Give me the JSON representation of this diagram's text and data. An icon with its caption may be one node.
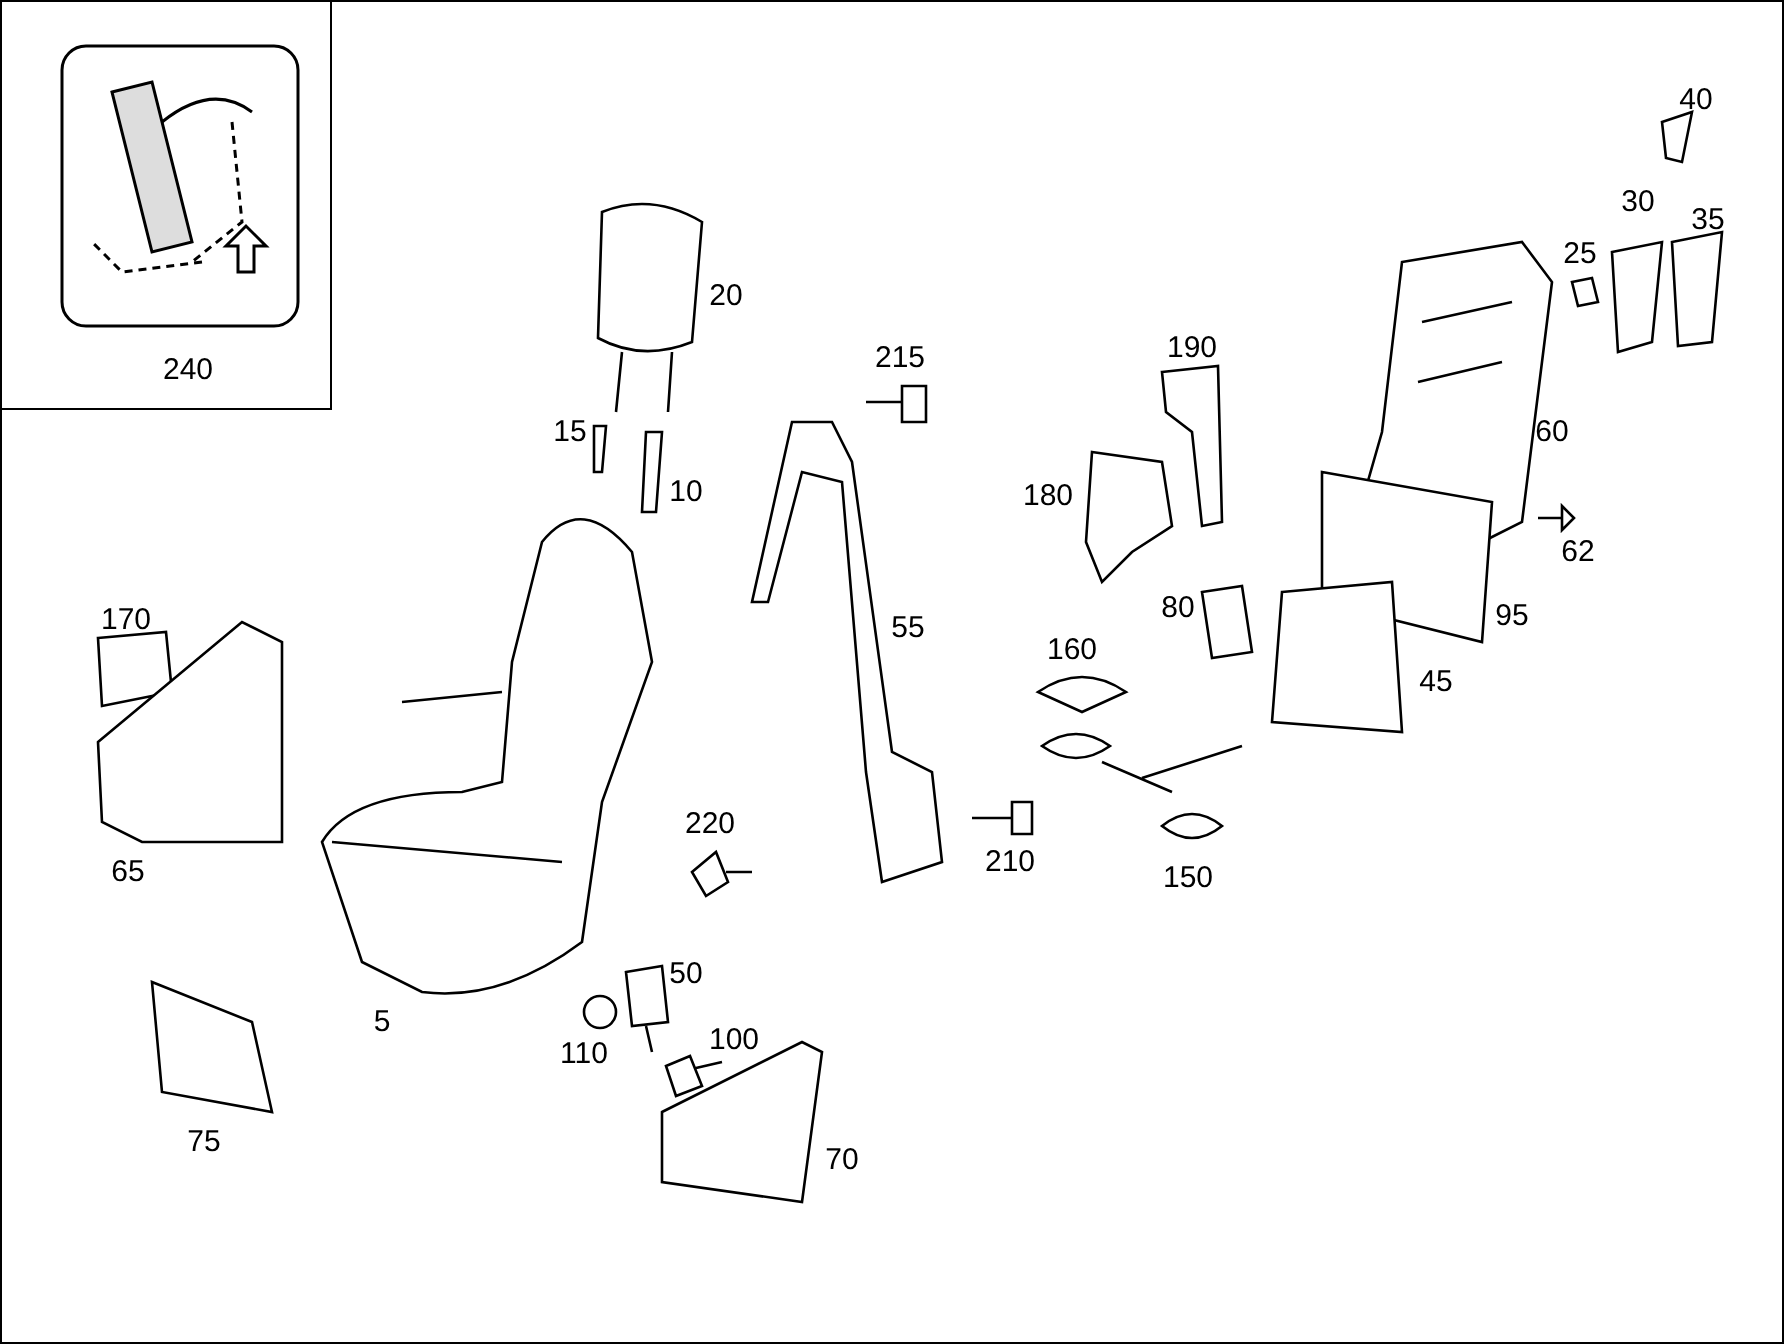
{
  "diagram": {
    "nodes": [
      {
        "text": [
          "240"
        ]
      }
    ],
    "labels": [
      "40",
      "20",
      "25",
      "30",
      "35",
      "215",
      "190",
      "15",
      "10",
      "180",
      "60",
      "62",
      "170",
      "80",
      "95",
      "55",
      "160",
      "45",
      "220",
      "210",
      "150",
      "65",
      "50",
      "5",
      "100",
      "110",
      "75",
      "70"
    ]
  }
}
